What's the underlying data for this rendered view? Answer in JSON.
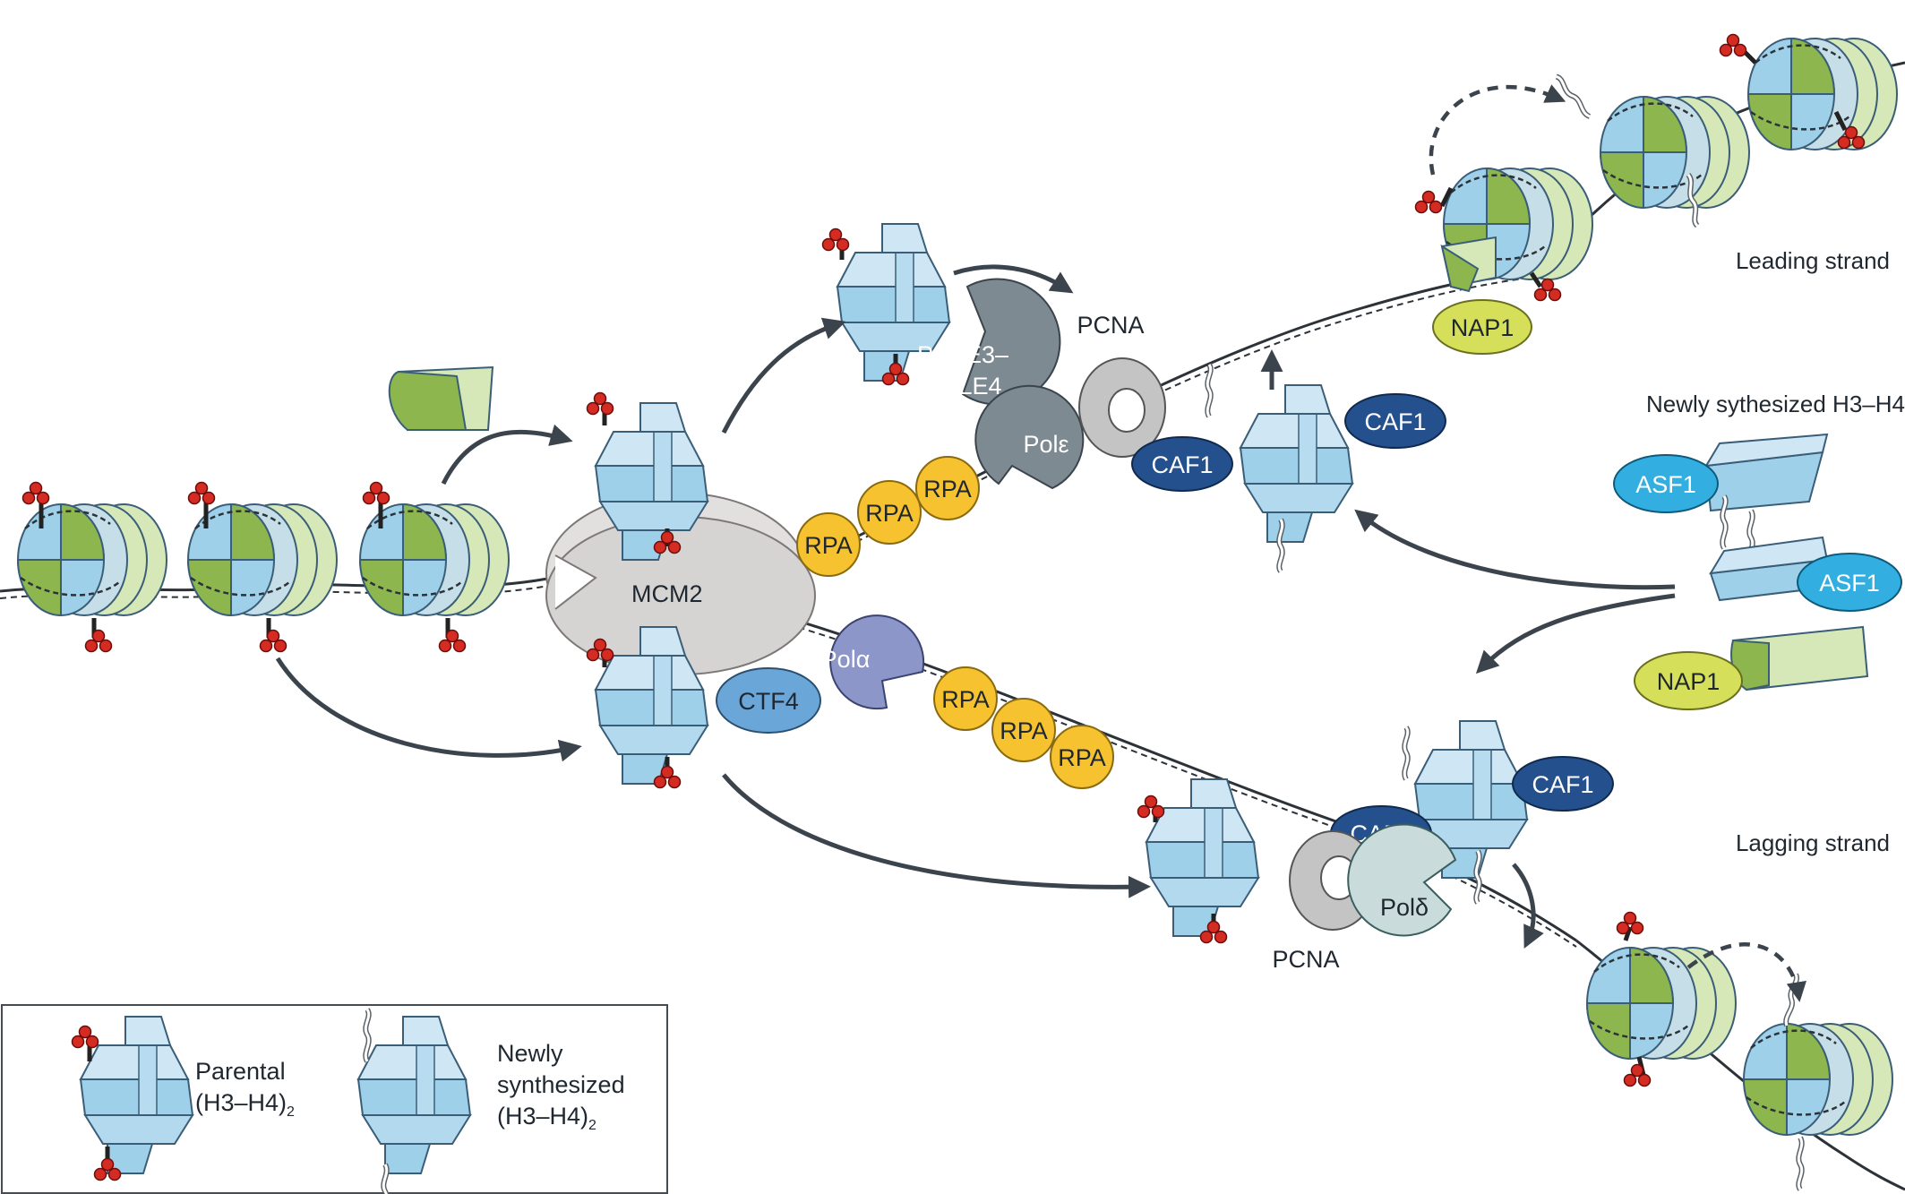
{
  "labels": {
    "mcm2": "MCM2",
    "pole34_line1": "POLE3–",
    "pole34_line2": "POLE4",
    "pol_epsilon": "Polε",
    "pol_alpha": "Polα",
    "pol_delta": "Polδ",
    "ctf4": "CTF4",
    "pcna_top": "PCNA",
    "pcna_bottom": "PCNA",
    "rpa": "RPA",
    "caf1": "CAF1",
    "asf1": "ASF1",
    "nap1": "NAP1",
    "leading_strand": "Leading strand",
    "lagging_strand": "Lagging strand",
    "newly_synthesized_h3h4": "Newly sythesized H3–H4"
  },
  "legend": {
    "parental_line1": "Parental",
    "parental_line2": "(H3–H4)",
    "parental_sub": "2",
    "new_line1": "Newly",
    "new_line2": "synthesized",
    "new_line3": "(H3–H4)",
    "new_sub": "2"
  },
  "colors": {
    "h3h4_light": "#cfe6f4",
    "h3h4_mid": "#9fd0ea",
    "h3_green_dark": "#8db74e",
    "h3_green_light": "#d6e8b8",
    "mcm2": "#d6d3d3",
    "pole": "#7e8a92",
    "pol_alpha": "#8c96c8",
    "pol_delta": "#c9dbdb",
    "ctf4": "#6aa6d8",
    "rpa": "#f7c22f",
    "caf1": "#24508d",
    "asf1": "#33aee0",
    "nap1": "#d6df59",
    "methyl_red": "#d42b23",
    "pcna": "#c4c4c4"
  }
}
